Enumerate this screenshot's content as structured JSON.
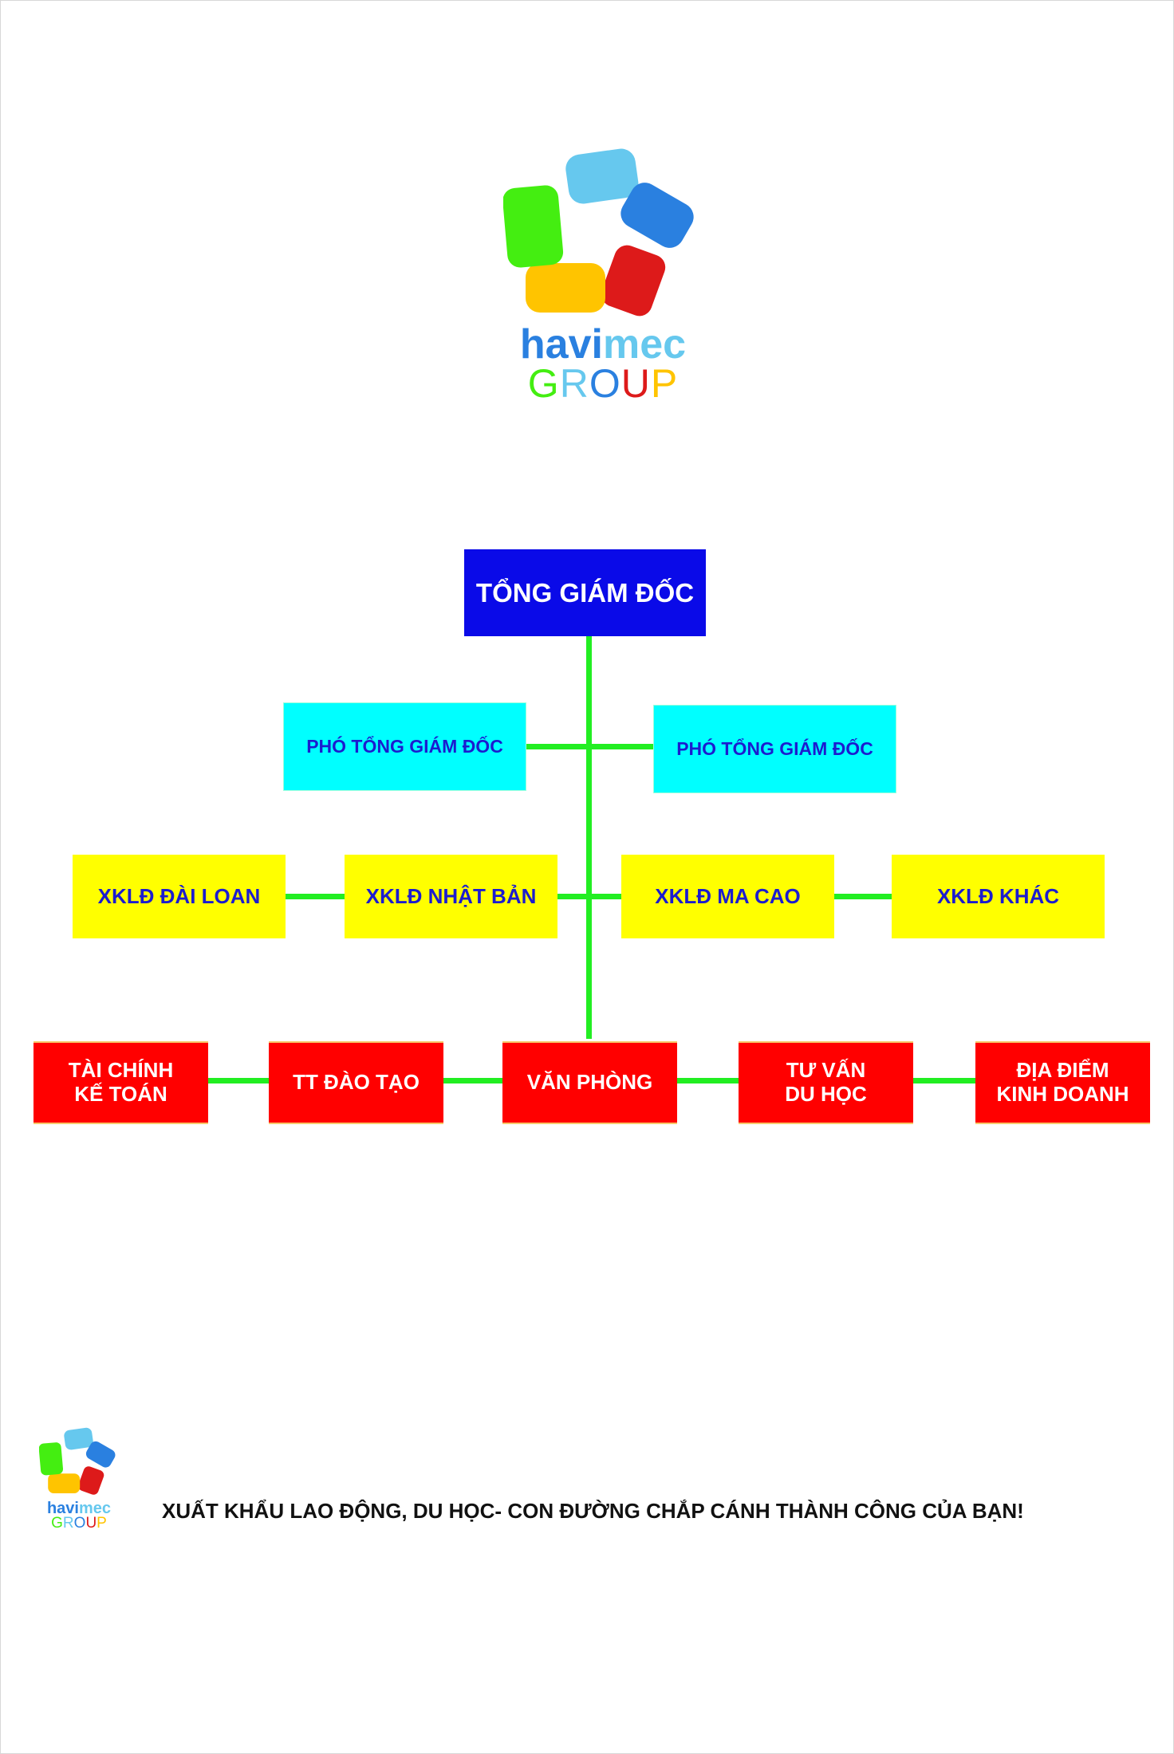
{
  "logo": {
    "brand": "havimec",
    "brand_part1": "havi",
    "brand_part2": "mec",
    "group": "GROUP",
    "group_letters": [
      "G",
      "R",
      "O",
      "U",
      "P"
    ],
    "colors": {
      "green": "#44ee11",
      "lightblue": "#66c8ee",
      "blue": "#2a80e0",
      "red": "#dd1a1a",
      "yellow": "#ffc400"
    }
  },
  "chart": {
    "ceo": "TỔNG GIÁM ĐỐC",
    "deputies": [
      "PHÓ TỔNG GIÁM ĐỐC",
      "PHÓ TỔNG GIÁM ĐỐC"
    ],
    "labor_export": [
      "XKLĐ ĐÀI LOAN",
      "XKLĐ NHẬT BẢN",
      "XKLĐ MA CAO",
      "XKLĐ KHÁC"
    ],
    "departments": [
      {
        "line1": "TÀI CHÍNH",
        "line2": "KẾ TOÁN"
      },
      {
        "line1": "TT ĐÀO TẠO",
        "line2": ""
      },
      {
        "line1": "VĂN PHÒNG",
        "line2": ""
      },
      {
        "line1": "TƯ VẤN",
        "line2": "DU HỌC"
      },
      {
        "line1": "ĐỊA ĐIỂM",
        "line2": "KINH DOANH"
      }
    ],
    "colors": {
      "ceo": "#0a0ae8",
      "deputy": "#00ffff",
      "labor": "#ffff00",
      "dept": "#ff0000",
      "connector": "#22ee22"
    }
  },
  "footer": {
    "tagline": "XUẤT KHẨU LAO ĐỘNG, DU HỌC- CON ĐƯỜNG CHẮP CÁNH THÀNH CÔNG CỦA BẠN!"
  }
}
